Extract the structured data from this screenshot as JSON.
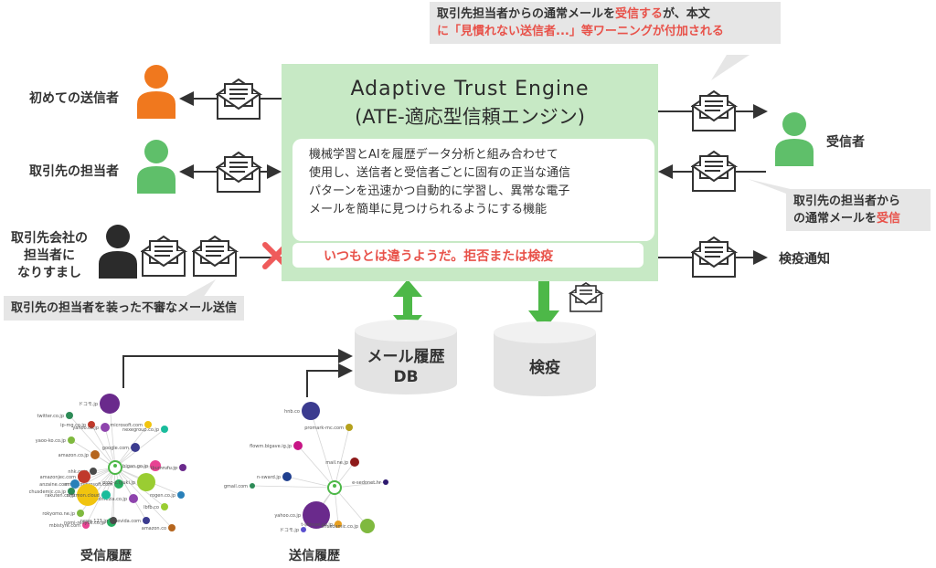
{
  "callouts": {
    "top_right": {
      "line1_a": "取引先担当者からの通常メールを",
      "line1_red": "受信する",
      "line1_b": "が、本文",
      "line2": "に「見慣れない送信者...」等ワーニングが付加される"
    },
    "mid_right": {
      "line1": "取引先の担当者から",
      "line2_a": "の通常メールを",
      "line2_red": "受信"
    },
    "bottom_left": "取引先の担当者を装った不審なメール送信"
  },
  "senders": {
    "first": "初めての送信者",
    "partner": "取引先の担当者",
    "impersonator_1": "取引先会社の",
    "impersonator_2": "担当者に",
    "impersonator_3": "なりすまし"
  },
  "receivers": {
    "receiver": "受信者",
    "quarantine_notice": "検疫通知"
  },
  "ate": {
    "title": "Adaptive Trust Engine",
    "subtitle": "(ATE-適応型信頼エンジン)",
    "desc_1": "機械学習とAIを履歴データ分析と組み合わせて",
    "desc_2": "使用し、送信者と受信者ごとに固有の正当な通信",
    "desc_3": "パターンを迅速かつ自動的に学習し、異常な電子",
    "desc_4": "メールを簡単に見つけられるようにする機能",
    "alert": "いつもとは違うようだ。拒否または検疫"
  },
  "db": {
    "label_1": "メール履歴",
    "label_2": "DB"
  },
  "quarantine": {
    "label": "検疫"
  },
  "history": {
    "received": "受信履歴",
    "sent": "送信履歴",
    "received_nodes": [
      "ドコモ.jp",
      "twitter.co.jp",
      "ip-mg.co.jp",
      "yahoo.co.jp",
      "microsoft.com",
      "nexegroup.co.jp",
      "yaoo-ko.co.jp",
      "google.com",
      "amazon.co.jp",
      "bigan.go.jp",
      "emeki.microsoft.com",
      "nhk.or.jp",
      "anzaine.com",
      "prog-z.tyuki.jp",
      "tbumrufu.jp",
      "chusdemic.co.jp",
      "amazonjec.com",
      "syntpus.dmezia.co.jp",
      "rakuten.co.jp",
      "rentmon.cloud",
      "rokyomo.ne.jp",
      "primevida.com",
      "amazon.co",
      "mbistyre.com",
      "nomi-renyuk.co.jp",
      "news.123.jp",
      "rogen.co.jp",
      "lbfb.co"
    ],
    "sent_nodes": [
      "hnb.co",
      "promark-mc.com",
      "flowm.bigave.ig.jp",
      "mail.ne.jp",
      "n-sward.jp",
      "gmail.com",
      "e-sedonet.hr",
      "yahoo.co.jp",
      "ドコモ.jp",
      "t-shinsei.co.jp",
      "chusdemic.co.jp"
    ]
  },
  "colors": {
    "ate_bg": "#c7e9c5",
    "green": "#4db848",
    "orange": "#f0781e",
    "person_green": "#5fbf6a",
    "alert_red": "#e8524a"
  }
}
